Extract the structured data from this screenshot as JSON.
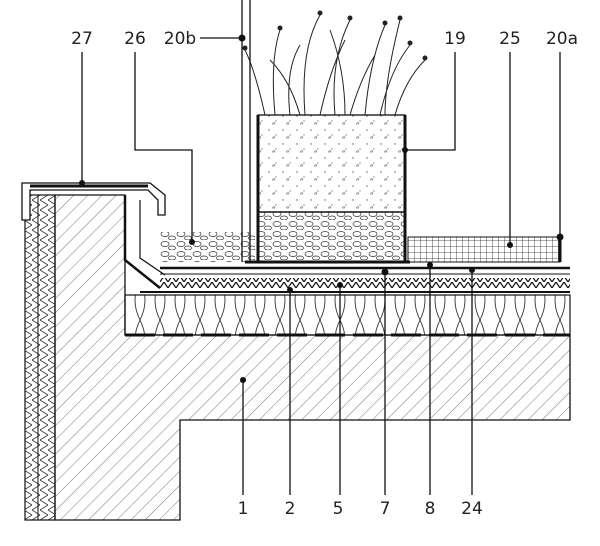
{
  "labels_top": [
    "27",
    "26",
    "20b",
    "19",
    "25",
    "20a"
  ],
  "labels_bottom": [
    "1",
    "2",
    "5",
    "7",
    "8",
    "24"
  ]
}
